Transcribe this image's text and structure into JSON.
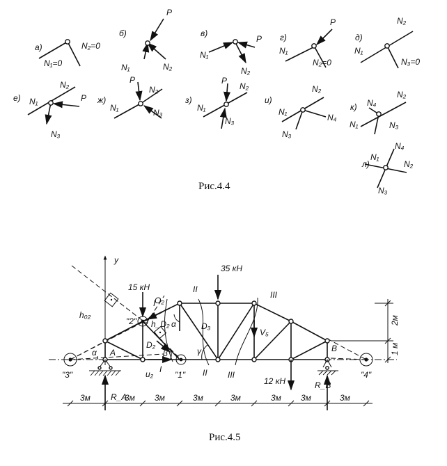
{
  "fig44": {
    "caption": "Рис.4.4",
    "cases": [
      {
        "tag": "а)",
        "labels": [
          "N₁=0",
          "N₂=0"
        ]
      },
      {
        "tag": "б)",
        "labels": [
          "P",
          "N₁",
          "N₂"
        ]
      },
      {
        "tag": "в)",
        "labels": [
          "N₁",
          "P",
          "N₂"
        ]
      },
      {
        "tag": "г)",
        "labels": [
          "P",
          "N₁",
          "N₂=0"
        ]
      },
      {
        "tag": "д)",
        "labels": [
          "N₂",
          "N₁",
          "N₃=0"
        ]
      },
      {
        "tag": "е)",
        "labels": [
          "N₂",
          "N₁",
          "P",
          "N₃"
        ]
      },
      {
        "tag": "ж)",
        "labels": [
          "P",
          "N₂",
          "N₁",
          "N₃"
        ]
      },
      {
        "tag": "з)",
        "labels": [
          "P",
          "N₂",
          "N₁",
          "N₃"
        ]
      },
      {
        "tag": "и)",
        "labels": [
          "N₂",
          "N₁",
          "N₄",
          "N₃"
        ]
      },
      {
        "tag": "к)",
        "labels": [
          "N₄",
          "N₂",
          "N₁",
          "N₃"
        ]
      },
      {
        "tag": "л)",
        "labels": [
          "N₄",
          "N₁",
          "N₂",
          "N₃"
        ]
      }
    ]
  },
  "fig45": {
    "caption": "Рис.4.5",
    "loads": {
      "p1": "15 кН",
      "p2": "35 кН",
      "p3": "12 кН"
    },
    "points": {
      "p1": "\"1\"",
      "p2": "\"2\"",
      "p3": "\"3\"",
      "p4": "\"4\""
    },
    "supports": {
      "a": "A",
      "b": "B",
      "ra": "R_A",
      "rb": "R_B"
    },
    "members": {
      "o2": "O₂",
      "d2": "D₂",
      "u2": "u₂",
      "d3": "D₃",
      "v5": "V₅",
      "h02": "h₀₂",
      "h02b": "h_D₂"
    },
    "sections": {
      "s1": "I",
      "s2": "II",
      "s3": "III"
    },
    "angles": {
      "alpha": "α",
      "beta": "β",
      "gamma": "γ"
    },
    "axis": {
      "y": "y"
    },
    "dims": {
      "h2": "2м",
      "h1": "1 м",
      "spans": [
        "3м",
        "3м",
        "3м",
        "3м",
        "3м",
        "3м",
        "3м",
        "3м"
      ]
    }
  }
}
